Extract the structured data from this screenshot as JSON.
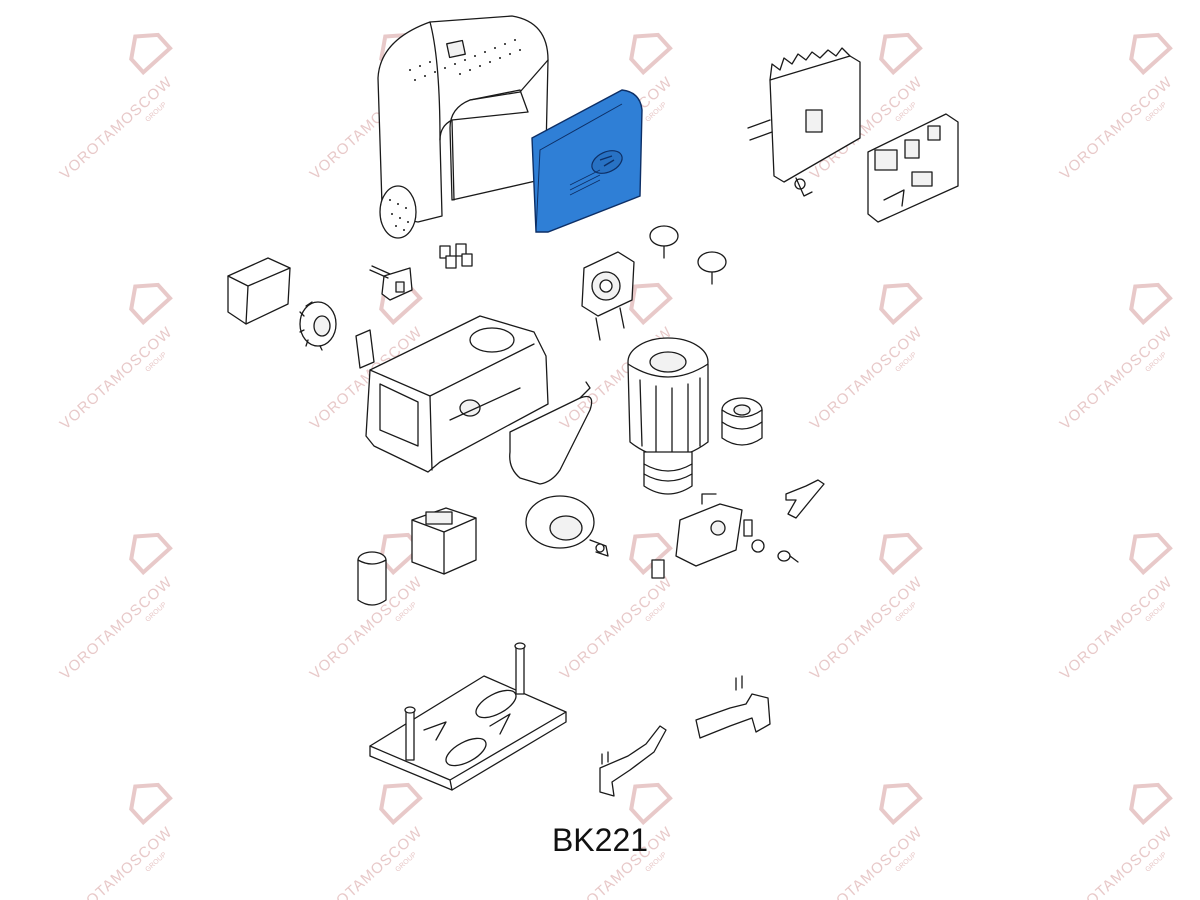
{
  "model": "BK221",
  "watermark": {
    "text": "VOROTAMOSCOW",
    "subtext": "GROUP",
    "color": "#e8c9c9"
  },
  "highlight_color": "#2f7fd6"
}
